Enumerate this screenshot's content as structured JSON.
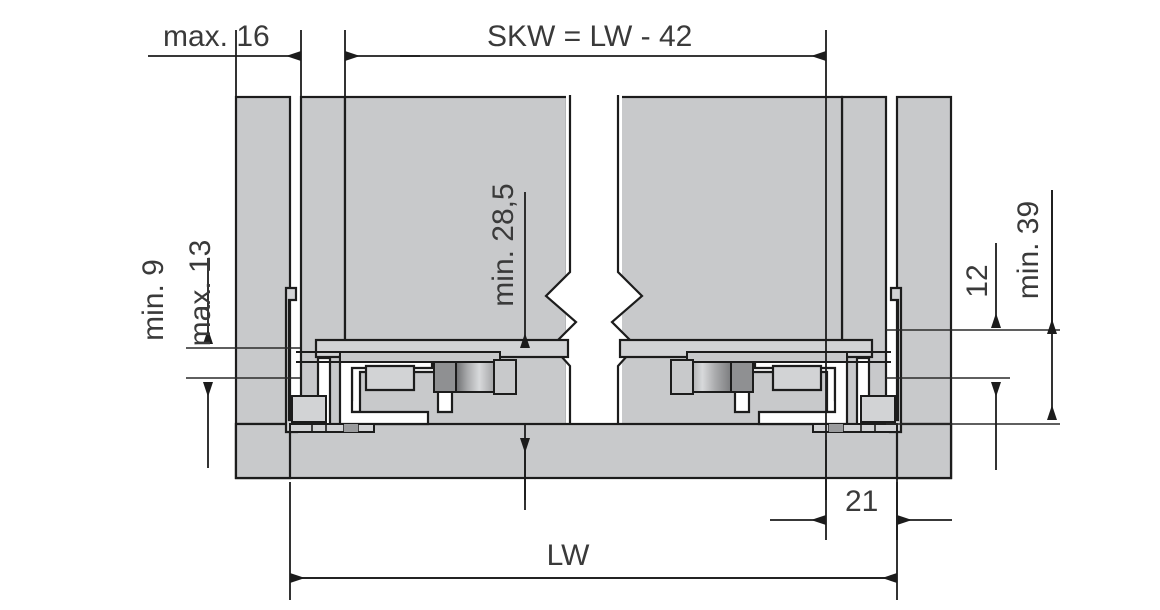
{
  "drawing": {
    "title": "Drawer slide installation cross-section",
    "units": "mm",
    "colors": {
      "panel_fill": "#c8c9cb",
      "panel_fill_light": "#d2d3d5",
      "metal_dark": "#9a9b9d",
      "line": "#1c1c1c",
      "text": "#3a3a3a",
      "background": "#ffffff"
    },
    "dimensions": {
      "top_left": "max. 16",
      "top_center": "SKW = LW - 42",
      "left_outer": "min. 9",
      "left_inner": "max. 13",
      "center_vertical": "min. 28,5",
      "right_inner": "12",
      "right_outer": "min. 39",
      "bottom_right": "21",
      "bottom_main": "LW"
    }
  }
}
